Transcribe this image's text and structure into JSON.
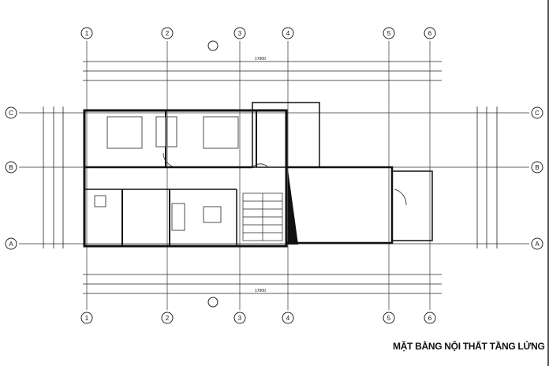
{
  "title": "MẶT BẰNG NỘI THẤT TẦNG LỬNG",
  "grid_columns": [
    "1",
    "2",
    "3",
    "4",
    "5",
    "6"
  ],
  "grid_rows": [
    "C",
    "B",
    "A"
  ],
  "dimensions": {
    "overall": "17900"
  },
  "colors": {
    "line": "#222222",
    "wall": "#111111",
    "background": "#ffffff"
  }
}
